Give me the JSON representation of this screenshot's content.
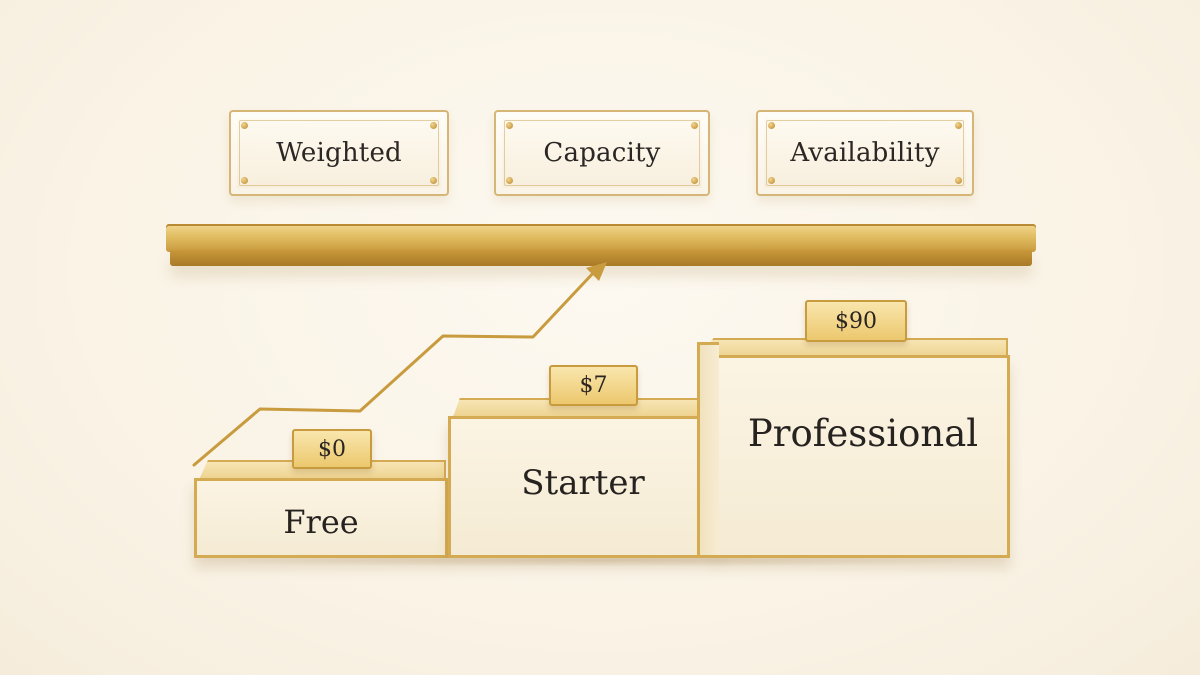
{
  "plaques": [
    {
      "label": "Weighted"
    },
    {
      "label": "Capacity"
    },
    {
      "label": "Availability"
    }
  ],
  "tiers": [
    {
      "name": "Free",
      "price": "$0"
    },
    {
      "name": "Starter",
      "price": "$7"
    },
    {
      "name": "Professional",
      "price": "$90"
    }
  ],
  "colors": {
    "gold": "#d4ab52",
    "gold_dark": "#b8862e",
    "cream": "#fbf4e3",
    "text": "#262220"
  },
  "icons": [
    "growth-arrow-icon"
  ]
}
